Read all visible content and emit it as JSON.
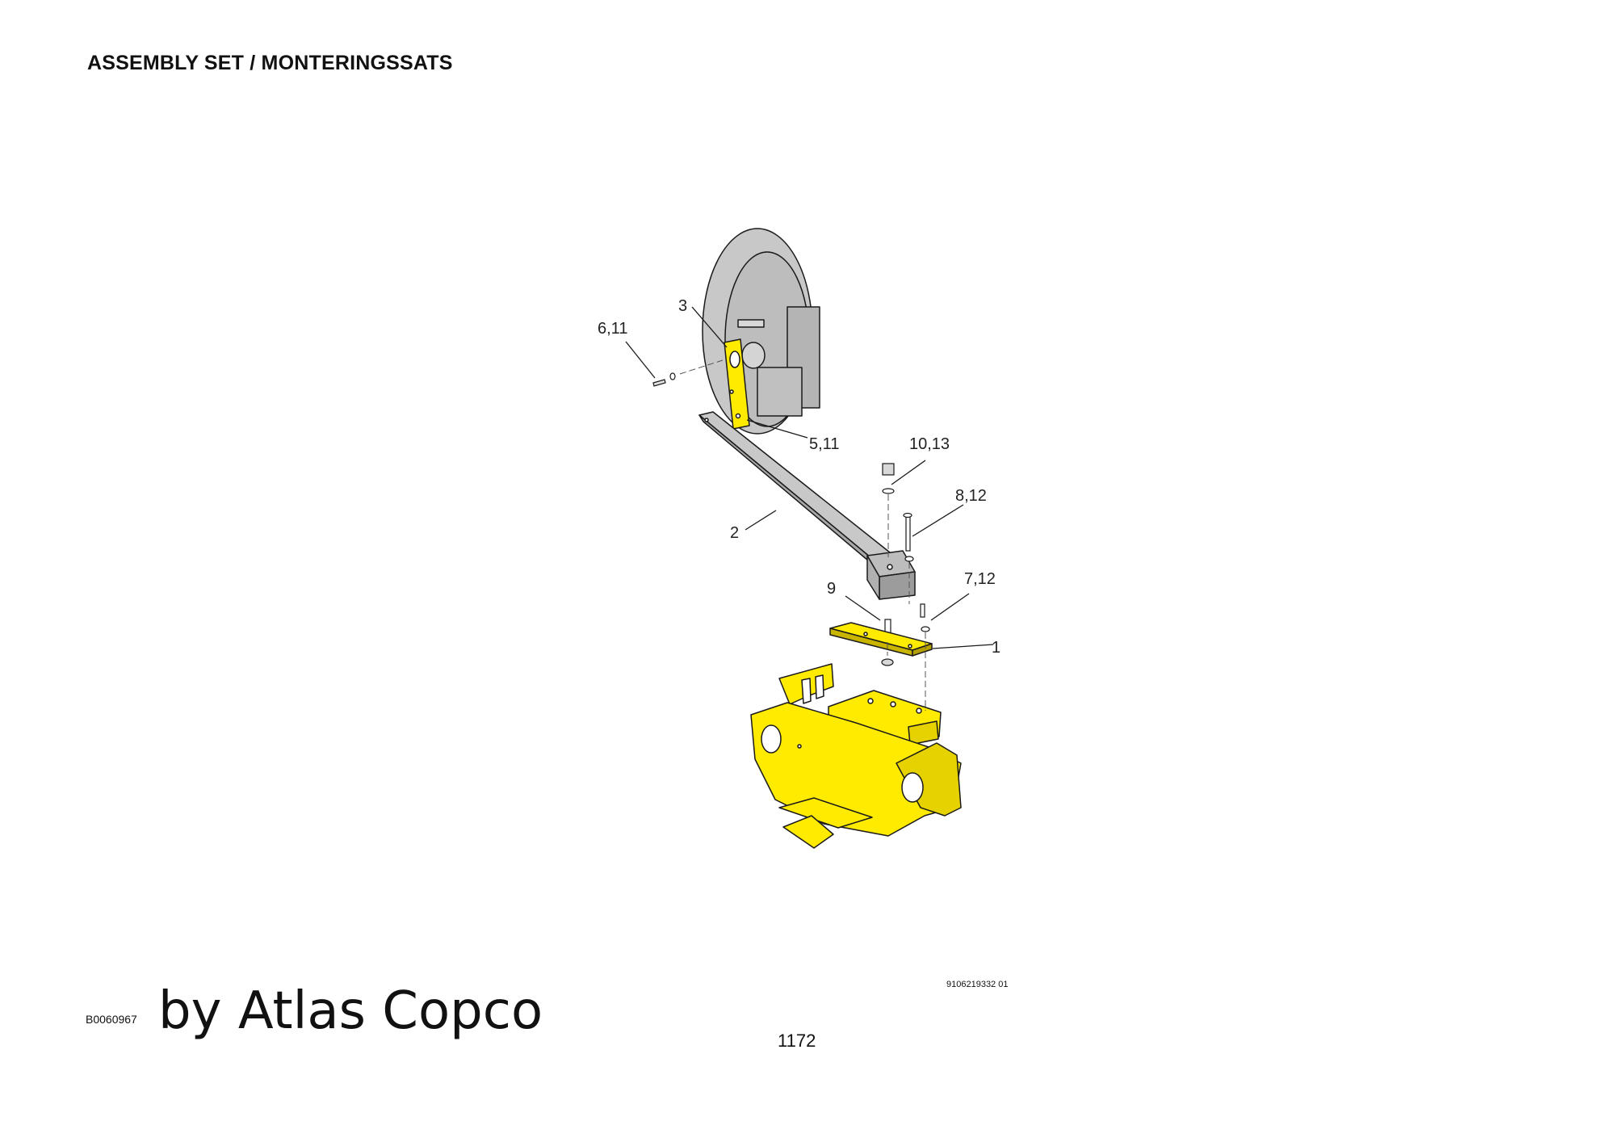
{
  "header": {
    "title": "ASSEMBLY SET / MONTERINGSSATS"
  },
  "drawing": {
    "callouts": [
      "3",
      "6,11",
      "5,11",
      "10,13",
      "8,12",
      "2",
      "7,12",
      "9",
      "1"
    ],
    "colors": {
      "highlight": "#ffeb00",
      "gray_part": "#c8c8c8",
      "line": "#1a1a1a"
    }
  },
  "footer": {
    "drawing_code": "9106219332 01",
    "figure_code": "B0060967",
    "brand": "by Atlas Copco",
    "page_number": "1172"
  }
}
